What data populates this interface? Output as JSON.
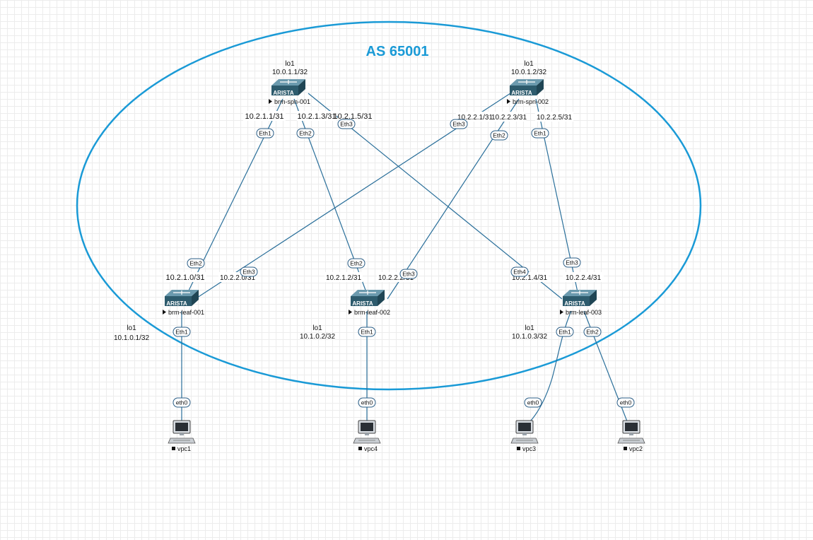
{
  "diagram": {
    "as_label": "AS 65001",
    "colors": {
      "as_ring": "#1a9ad6",
      "link": "#2a6f9a",
      "switch": "#3b6878",
      "grid": "#ececec"
    }
  },
  "devices": [
    {
      "id": "spn1",
      "name": "brm-spn-001",
      "type": "arista-switch",
      "loopback_label": "lo1",
      "loopback_ip": "10.0.1.1/32"
    },
    {
      "id": "spn2",
      "name": "brm-spn-002",
      "type": "arista-switch",
      "loopback_label": "lo1",
      "loopback_ip": "10.0.1.2/32"
    },
    {
      "id": "leaf1",
      "name": "brm-leaf-001",
      "type": "arista-switch",
      "loopback_label": "lo1",
      "loopback_ip": "10.1.0.1/32"
    },
    {
      "id": "leaf2",
      "name": "brm-leaf-002",
      "type": "arista-switch",
      "loopback_label": "lo1",
      "loopback_ip": "10.1.0.2/32"
    },
    {
      "id": "leaf3",
      "name": "brm-leaf-003",
      "type": "arista-switch",
      "loopback_label": "lo1",
      "loopback_ip": "10.1.0.3/32"
    },
    {
      "id": "vpc1",
      "name": "vpc1",
      "type": "pc"
    },
    {
      "id": "vpc4",
      "name": "vpc4",
      "type": "pc"
    },
    {
      "id": "vpc3",
      "name": "vpc3",
      "type": "pc"
    },
    {
      "id": "vpc2",
      "name": "vpc2",
      "type": "pc"
    }
  ],
  "switch_logo": "ARISTA",
  "links": [
    {
      "from": "spn1",
      "from_port": "Eth1",
      "to": "leaf1",
      "to_port": "Eth2"
    },
    {
      "from": "spn1",
      "from_port": "Eth2",
      "to": "leaf2",
      "to_port": "Eth2"
    },
    {
      "from": "spn1",
      "from_port": "Eth3",
      "to": "leaf3",
      "to_port": "Eth4"
    },
    {
      "from": "spn2",
      "from_port": "Eth3",
      "to": "leaf1",
      "to_port": "Eth3"
    },
    {
      "from": "spn2",
      "from_port": "Eth2",
      "to": "leaf2",
      "to_port": "Eth3"
    },
    {
      "from": "spn2",
      "from_port": "Eth1",
      "to": "leaf3",
      "to_port": "Eth3"
    },
    {
      "from": "leaf1",
      "from_port": "Eth1",
      "to": "vpc1",
      "to_port": "eth0"
    },
    {
      "from": "leaf2",
      "from_port": "Eth1",
      "to": "vpc4",
      "to_port": "eth0"
    },
    {
      "from": "leaf3",
      "from_port": "Eth1",
      "to": "vpc3",
      "to_port": "eth0"
    },
    {
      "from": "leaf3",
      "from_port": "Eth2",
      "to": "vpc2",
      "to_port": "eth0"
    }
  ],
  "interface_ips": {
    "spn1_eth1": "10.2.1.1/31",
    "spn1_eth2": "10.2.1.3/31",
    "spn1_eth3": "10.2.1.5/31",
    "spn2_eth3": "10.2.2.1/31",
    "spn2_eth2": "10.2.2.3/31",
    "spn2_eth1": "10.2.2.5/31",
    "leaf1_eth2": "10.2.1.0/31",
    "leaf1_eth3": "10.2.2.0/31",
    "leaf2_eth2": "10.2.1.2/31",
    "leaf2_eth3": "10.2.2.2/31",
    "leaf3_eth4": "10.2.1.4/31",
    "leaf3_eth3": "10.2.2.4/31"
  }
}
